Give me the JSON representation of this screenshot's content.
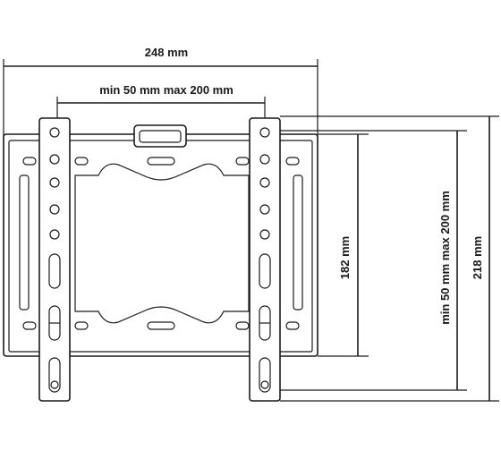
{
  "dimensions": {
    "overall_width": "248 mm",
    "horizontal_spacing": "min 50 mm max 200 mm",
    "plate_height": "182 mm",
    "vertical_spacing": "min 50 mm max 200 mm",
    "overall_height": "218 mm"
  }
}
